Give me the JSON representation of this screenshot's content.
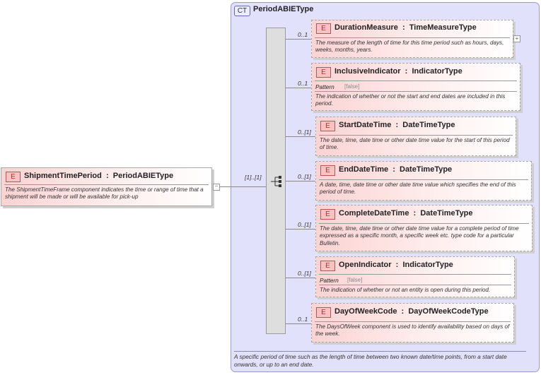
{
  "root": {
    "badge": "E",
    "name": "ShipmentTimePeriod",
    "type": "PeriodABIEType",
    "doc": "The ShipmentTimeFrame component indicates the time or range of time that a shipment will be made or will be available for pick-up",
    "occurrence": "[1]..[1]"
  },
  "complex_type": {
    "badge": "CT",
    "name": "PeriodABIEType",
    "doc": "A specific period of time such as the length of time between two known date/time points, from a start date onwards, or up to an end date."
  },
  "facet_label": "Pattern",
  "elements": [
    {
      "badge": "E",
      "name": "DurationMeasure",
      "type": "TimeMeasureType",
      "occurrence": "0..1",
      "doc": "The measure of the length of time for this time period such as hours, days, weeks, months, years.",
      "expand": "+"
    },
    {
      "badge": "E",
      "name": "InclusiveIndicator",
      "type": "IndicatorType",
      "occurrence": "0..1",
      "pattern": "[false]",
      "doc": "The indication of whether or not the start and end dates are included in this period."
    },
    {
      "badge": "E",
      "name": "StartDateTime",
      "type": "DateTimeType",
      "occurrence": "0..[1]",
      "doc": "The date, time, date time or other date time value for the start of this period of time."
    },
    {
      "badge": "E",
      "name": "EndDateTime",
      "type": "DateTimeType",
      "occurrence": "0..[1]",
      "doc": "A date, time, date time or other date time value which specifies the end of this period of time."
    },
    {
      "badge": "E",
      "name": "CompleteDateTime",
      "type": "DateTimeType",
      "occurrence": "0..[1]",
      "doc": "The date, time, date time or other date time value for a complete period of time expressed as a specific month, a specific week etc. type code for a particular Bulletin."
    },
    {
      "badge": "E",
      "name": "OpenIndicator",
      "type": "IndicatorType",
      "occurrence": "0..[1]",
      "pattern": "[false]",
      "doc": "The indication of whether or not an entity is open during this period."
    },
    {
      "badge": "E",
      "name": "DayOfWeekCode",
      "type": "DayOfWeekCodeType",
      "occurrence": "0..1",
      "doc": "The DaysOfWeek component is used to identify availability based on days of the week."
    }
  ]
}
